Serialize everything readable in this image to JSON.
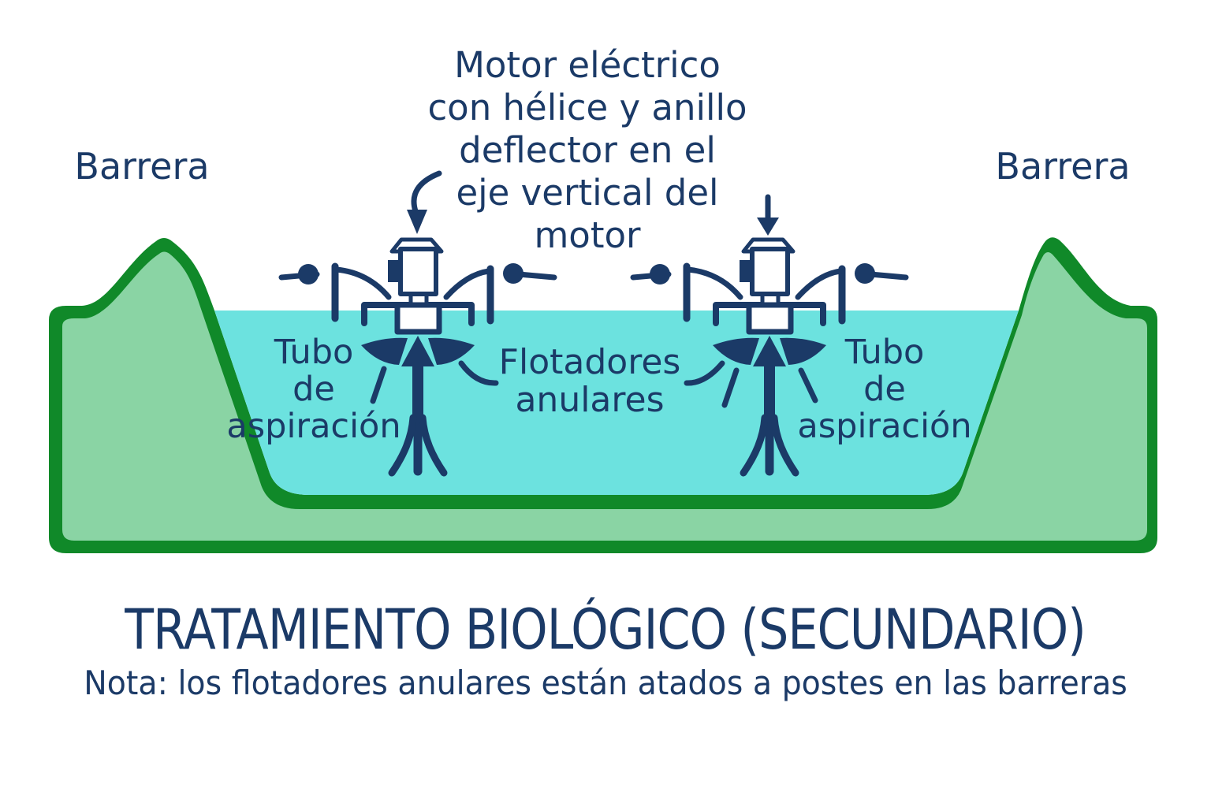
{
  "colors": {
    "navy": "#1b3a67",
    "water": "#6ce2df",
    "ground_light": "#8ad4a4",
    "ground_dark": "#108929",
    "device_fill": "#ffffff",
    "background": "#ffffff"
  },
  "labels": {
    "barrier_left": "Barrera",
    "barrier_right": "Barrera",
    "motor_lines": [
      "Motor eléctrico",
      "con hélice y anillo",
      "deflector en el",
      "eje vertical del",
      "motor"
    ],
    "suction_lines": [
      "Tubo",
      "de",
      "aspiración"
    ],
    "floats_lines": [
      "Flotadores",
      "anulares"
    ]
  },
  "footer": {
    "title": "TRATAMIENTO BIOLÓGICO (SECUNDARIO)",
    "note": "Nota: los flotadores anulares están atados a postes en las barreras"
  }
}
